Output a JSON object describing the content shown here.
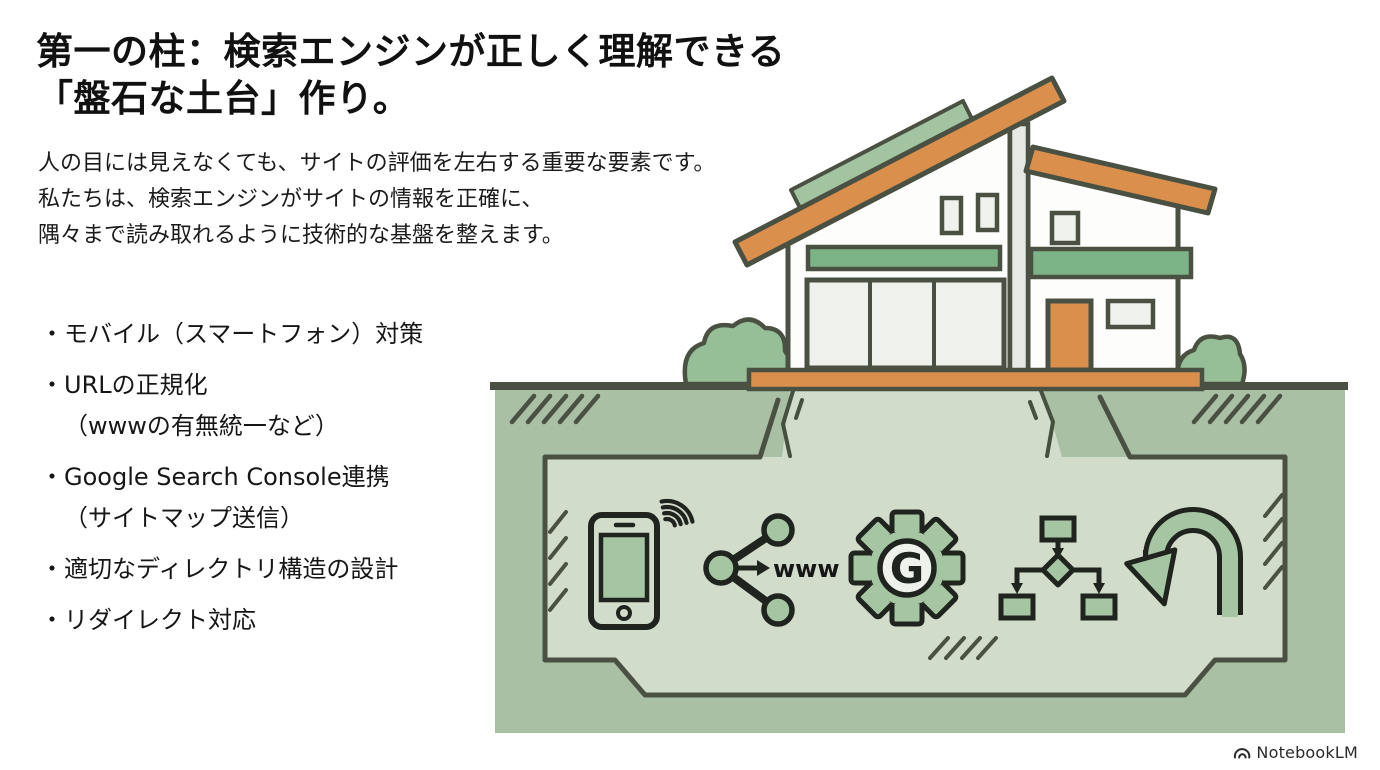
{
  "slide": {
    "title_line1": "第一の柱：検索エンジンが正しく理解できる",
    "title_line2": "「盤石な土台」作り。",
    "paragraph": [
      "人の目には見えなくても、サイトの評価を左右する重要な要素です。",
      "私たちは、検索エンジンがサイトの情報を正確に、",
      "隅々まで読み取れるように技術的な基盤を整えます。"
    ],
    "bullets": [
      {
        "main": "・モバイル（スマートフォン）対策",
        "sub": ""
      },
      {
        "main": "・URLの正規化",
        "sub": "（wwwの有無統一など）"
      },
      {
        "main": "・Google Search Console連携",
        "sub": "（サイトマップ送信）"
      },
      {
        "main": "・適切なディレクトリ構造の設計",
        "sub": ""
      },
      {
        "main": "・リダイレクト対応",
        "sub": ""
      }
    ]
  },
  "illustration": {
    "description": "House cross-section with underground foundation containing technical SEO icons",
    "icons": [
      "smartphone-wifi-icon",
      "share-www-icon",
      "gear-g-icon",
      "sitemap-icon",
      "uturn-arrow-icon"
    ],
    "www_label": "www",
    "gear_letter": "G"
  },
  "footer": {
    "brand": "NotebookLM"
  },
  "colors": {
    "background": "#ffffff",
    "text": "#141414",
    "roof_orange": "#db8f4d",
    "accent_green": "#7cb387",
    "pale_roof_strip": "#a2c4a1",
    "ground_sage": "#a9c0a5",
    "foundation_panel": "#d1dccb",
    "outline_dark": "#4a5143",
    "icon_green": "#a6c6a3",
    "icon_dark": "#20241f",
    "wall_white": "#fdfdfc",
    "window_gray": "#eff1ec"
  }
}
